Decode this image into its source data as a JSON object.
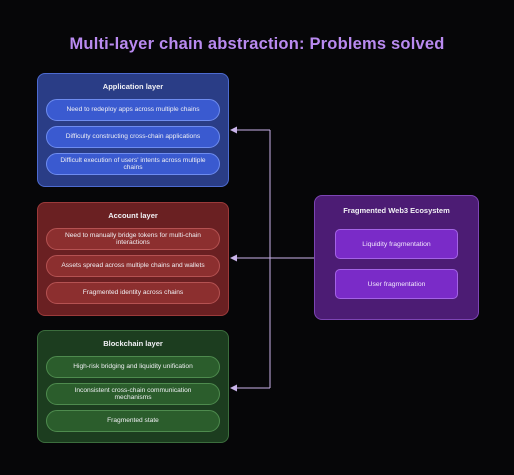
{
  "title": "Multi-layer chain abstraction: Problems solved",
  "layers": [
    {
      "title": "Application layer",
      "items": [
        "Need to redeploy apps across multiple chains",
        "Difficulty constructing cross-chain applications",
        "Difficult execution of users' intents across multiple chains"
      ]
    },
    {
      "title": "Account layer",
      "items": [
        "Need to manually bridge tokens for multi-chain interactions",
        "Assets spread across multiple chains and wallets",
        "Fragmented identity across chains"
      ]
    },
    {
      "title": "Blockchain layer",
      "items": [
        "High-risk bridging and liquidity unification",
        "Inconsistent cross-chain communication mechanisms",
        "Fragmented state"
      ]
    }
  ],
  "ecosystem": {
    "title": "Fragmented Web3 Ecosystem",
    "items": [
      "Liquidity fragmentation",
      "User fragmentation"
    ]
  },
  "colors": {
    "application": "#2a3d86",
    "account": "#6a2022",
    "blockchain": "#1c3d1f",
    "ecosystem": "#4c1c74",
    "connector": "#c9b3ea"
  }
}
